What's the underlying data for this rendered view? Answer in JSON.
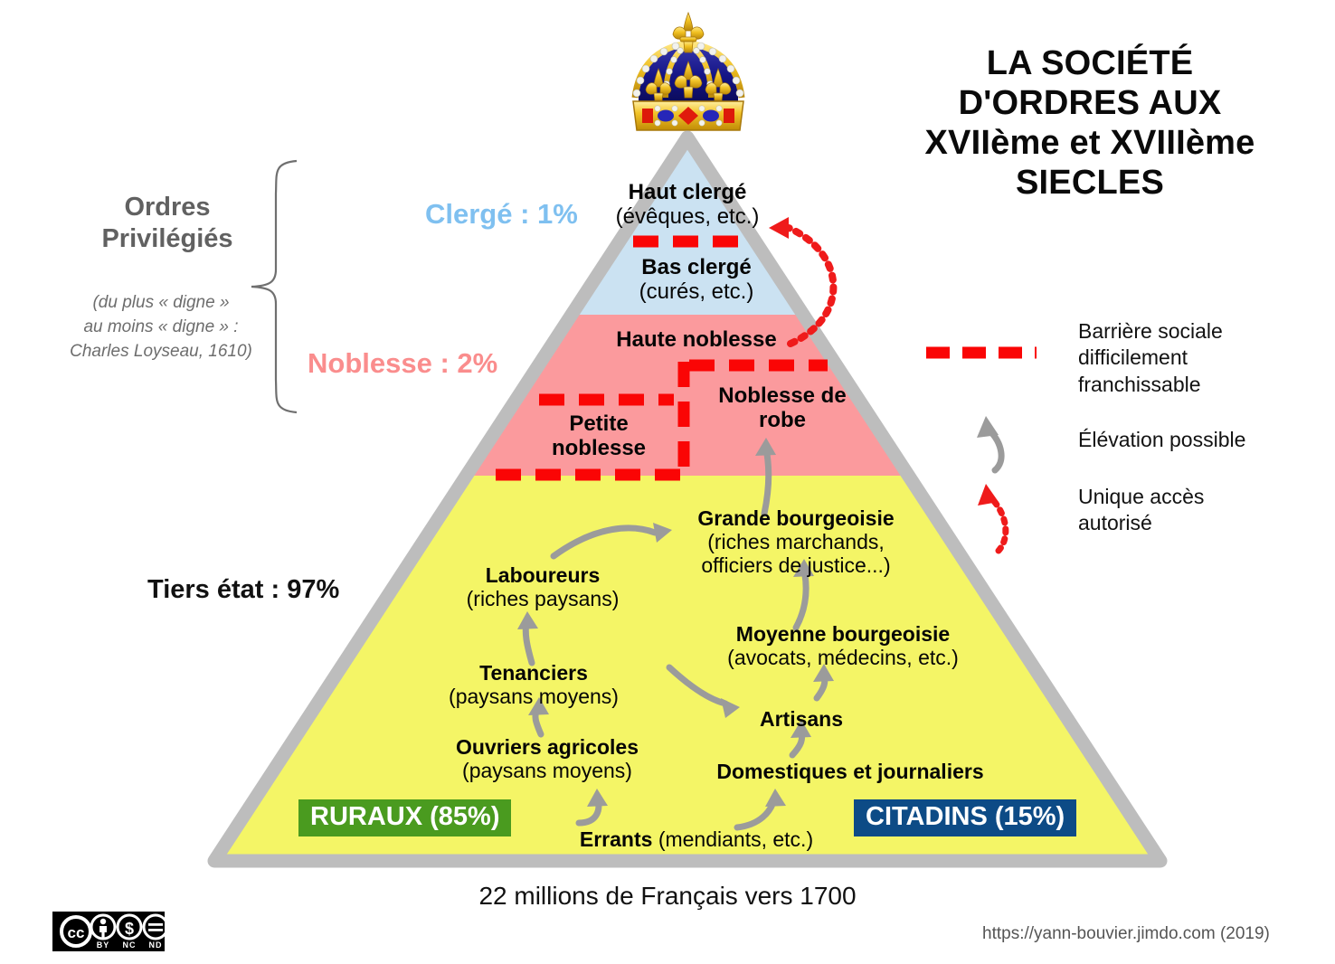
{
  "title": {
    "line1": "LA SOCIÉTÉ",
    "line2": "D'ORDRES AUX",
    "line3": "XVIIème et XVIIIème",
    "line4": "SIECLES"
  },
  "left_panel": {
    "heading_line1": "Ordres",
    "heading_line2": "Privilégiés",
    "note_line1": "(du plus « digne »",
    "note_line2": "au moins « digne » :",
    "note_line3": "Charles Loyseau, 1610)"
  },
  "estate_labels": {
    "clergy": "Clergé : 1%",
    "nobility": "Noblesse : 2%",
    "third_estate": "Tiers état : 97%"
  },
  "pyramid": {
    "clergy": [
      {
        "name": "Haut clergé",
        "detail": "(évêques, etc.)"
      },
      {
        "name": "Bas clergé",
        "detail": "(curés, etc.)"
      }
    ],
    "nobility": [
      {
        "name": "Haute noblesse",
        "detail": ""
      },
      {
        "name": "Petite\nnoblesse",
        "detail": ""
      },
      {
        "name": "Noblesse de\nrobe",
        "detail": ""
      }
    ],
    "third_estate": [
      {
        "name": "Grande bourgeoisie",
        "detail": "(riches marchands,\nofficiers de justice...)"
      },
      {
        "name": "Laboureurs",
        "detail": "(riches paysans)"
      },
      {
        "name": "Moyenne bourgeoisie",
        "detail": "(avocats, médecins, etc.)"
      },
      {
        "name": "Tenanciers",
        "detail": "(paysans moyens)"
      },
      {
        "name": "Artisans",
        "detail": ""
      },
      {
        "name": "Ouvriers agricoles",
        "detail": "(paysans moyens)"
      },
      {
        "name": "Domestiques et journaliers",
        "detail": ""
      },
      {
        "name": "Errants",
        "detail": "(mendiants, etc.)"
      }
    ]
  },
  "pyramid_text": {
    "haut_clerge_name": "Haut clergé",
    "haut_clerge_detail": "(évêques, etc.)",
    "bas_clerge_name": "Bas clergé",
    "bas_clerge_detail": "(curés, etc.)",
    "haute_noblesse": "Haute noblesse",
    "petite_noblesse_l1": "Petite",
    "petite_noblesse_l2": "noblesse",
    "noblesse_robe_l1": "Noblesse de",
    "noblesse_robe_l2": "robe",
    "grande_bourgeoisie": "Grande bourgeoisie",
    "grande_bourgeoisie_d1": "(riches marchands,",
    "grande_bourgeoisie_d2": "officiers de justice...)",
    "laboureurs": "Laboureurs",
    "laboureurs_d": "(riches paysans)",
    "moyenne_bourgeoisie": "Moyenne bourgeoisie",
    "moyenne_bourgeoisie_d": "(avocats, médecins, etc.)",
    "tenanciers": "Tenanciers",
    "tenanciers_d": "(paysans moyens)",
    "artisans": "Artisans",
    "ouvriers_agricoles": "Ouvriers agricoles",
    "ouvriers_agricoles_d": "(paysans moyens)",
    "domestiques": "Domestiques et journaliers",
    "errants": "Errants",
    "errants_d": "(mendiants, etc.)"
  },
  "badges": {
    "rural": "RURAUX (85%)",
    "urban": "CITADINS (15%)"
  },
  "legend": {
    "barrier_l1": "Barrière sociale",
    "barrier_l2": "difficilement",
    "barrier_l3": "franchissable",
    "elevation": "Élévation possible",
    "access_l1": "Unique accès",
    "access_l2": "autorisé"
  },
  "footer": {
    "caption": "22 millions de Français vers 1700",
    "url": "https://yann-bouvier.jimdo.com (2019)",
    "license": "CC BY NC ND"
  },
  "colors": {
    "clergy_band": "#cbe2f2",
    "nobility_band": "#fb9a9d",
    "third_estate_band": "#f4f566",
    "pyramid_outline": "#bdbdbd",
    "barrier_red": "#fa0505",
    "arrow_grey": "#9b9b9b",
    "rural_badge": "#4a9b1f",
    "urban_badge": "#0d4b86",
    "clergy_label": "#7fc0f0",
    "nobility_label": "#fa8d8d"
  },
  "cc_license_parts": [
    "BY",
    "NC",
    "ND"
  ]
}
